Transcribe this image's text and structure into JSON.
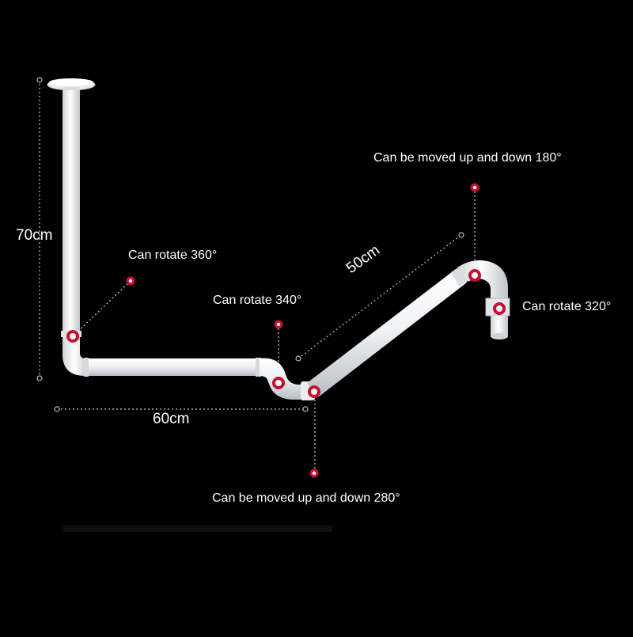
{
  "dimensions": {
    "height": "70cm",
    "base_length": "60cm",
    "arm_length": "50cm"
  },
  "annotations": {
    "rotate_360": "Can rotate 360°",
    "rotate_340": "Can rotate 340°",
    "rotate_320": "Can rotate 320°",
    "moved_180": "Can be moved up and down 180°",
    "moved_280": "Can be moved up and down 280°"
  },
  "colors": {
    "background": "#000000",
    "pipe": "#f2f3f5",
    "pipe_shade": "#c9ccd1",
    "marker_outer": "#c8102e",
    "marker_inner": "#ffffff",
    "guide": "#bfbfbf"
  }
}
